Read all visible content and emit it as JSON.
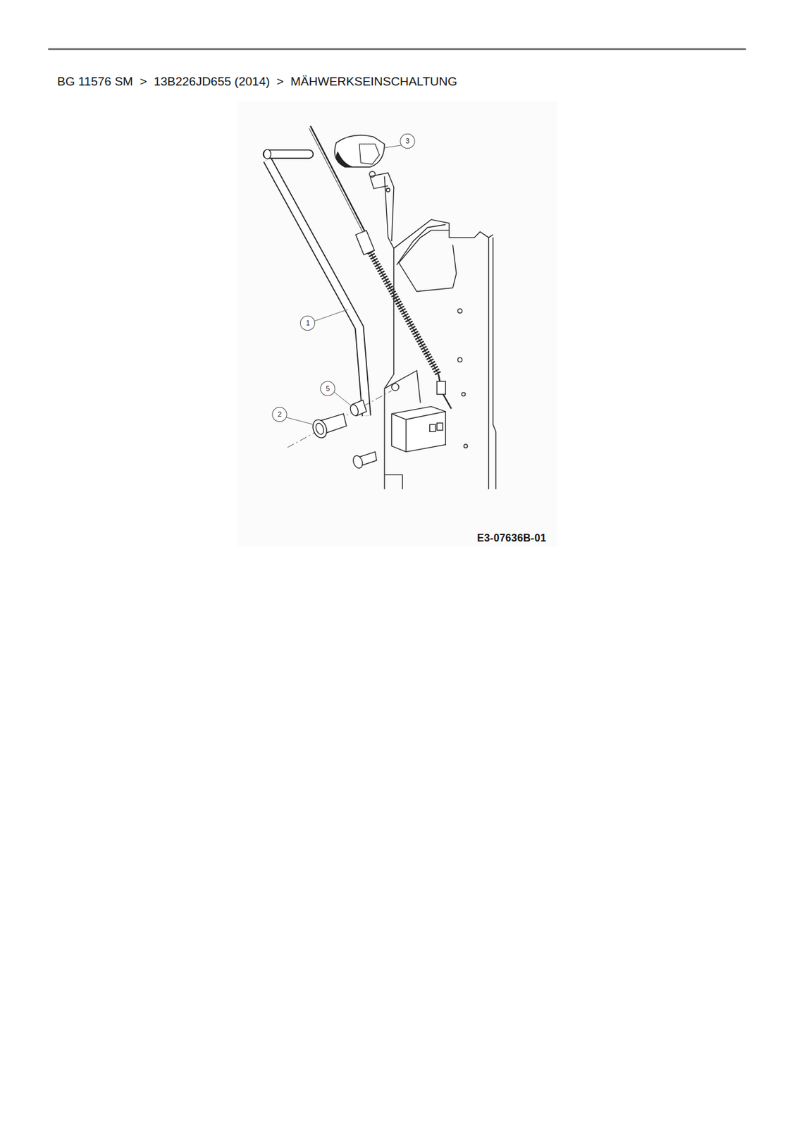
{
  "diagram": {
    "title": "BG 11576 SM  >  13B226JD655 (2014)  >  MÄHWERKSEINSCHALTUNG",
    "labels": [
      "3",
      "1",
      "5",
      "2",
      "E3-07636B-01"
    ]
  }
}
